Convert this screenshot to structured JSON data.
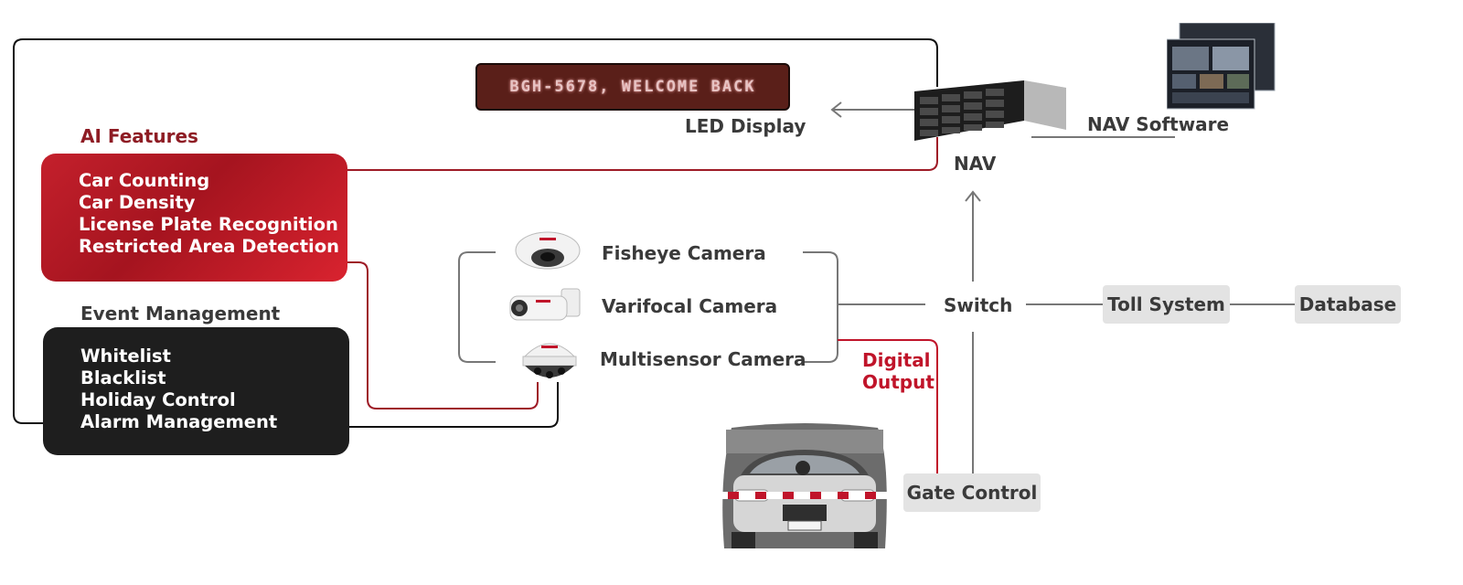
{
  "led_display": {
    "message": "BGH-5678, WELCOME BACK",
    "label": "LED Display"
  },
  "nav": {
    "label": "NAV",
    "software_label": "NAV Software"
  },
  "ai_features": {
    "heading": "AI Features",
    "items": [
      "Car Counting",
      "Car Density",
      "License Plate Recognition",
      "Restricted Area Detection"
    ]
  },
  "event_management": {
    "heading": "Event Management",
    "items": [
      "Whitelist",
      "Blacklist",
      "Holiday Control",
      "Alarm Management"
    ]
  },
  "cameras": [
    {
      "label": "Fisheye Camera"
    },
    {
      "label": "Varifocal Camera"
    },
    {
      "label": "Multisensor Camera"
    }
  ],
  "network": {
    "switch": "Switch",
    "toll_system": "Toll System",
    "database": "Database",
    "gate_control": "Gate Control",
    "digital_output": [
      "Digital",
      "Output"
    ]
  },
  "colors": {
    "accent_red": "#c0142a",
    "dark_card": "#1e1e1e",
    "box_gray": "#e3e3e3",
    "line_gray": "#777777"
  }
}
